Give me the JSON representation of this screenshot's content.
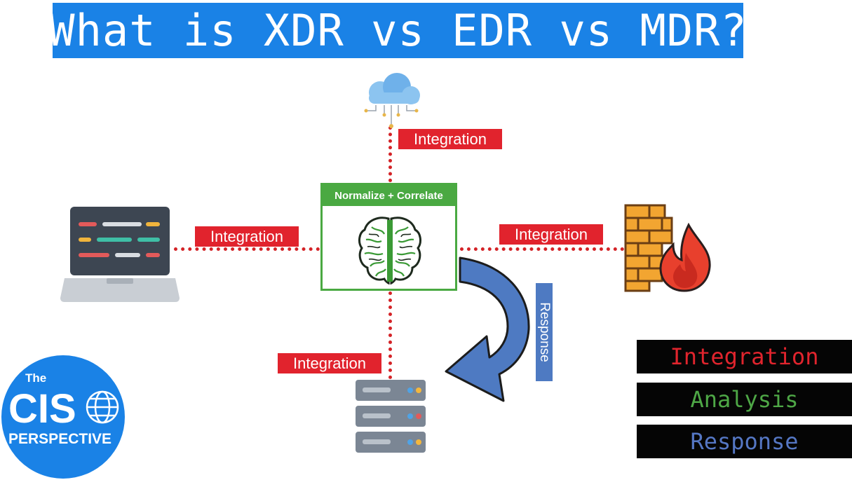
{
  "title": "What is XDR vs EDR vs MDR?",
  "center": {
    "header": "Normalize + Correlate",
    "icon": "brain-icon"
  },
  "integration_labels": {
    "top": "Integration",
    "left": "Integration",
    "right": "Integration",
    "bottom": "Integration"
  },
  "response_label": "Response",
  "legend": [
    {
      "label": "Integration",
      "color": "#e0242d"
    },
    {
      "label": "Analysis",
      "color": "#4ea746"
    },
    {
      "label": "Response",
      "color": "#5577c4"
    }
  ],
  "logo": {
    "line1": "The",
    "line2": "CIS",
    "line3": "PERSPECTIVE",
    "color": "#1a82e6"
  },
  "icons": {
    "cloud": "cloud-icon",
    "laptop": "laptop-icon",
    "firewall": "firewall-icon",
    "server": "server-icon",
    "arrow": "response-arrow-icon",
    "globe": "globe-icon"
  },
  "colors": {
    "title_bg": "#1a82e6",
    "integration_red": "#e1232d",
    "analysis_green": "#4aa942",
    "response_blue": "#4e7ac2"
  }
}
